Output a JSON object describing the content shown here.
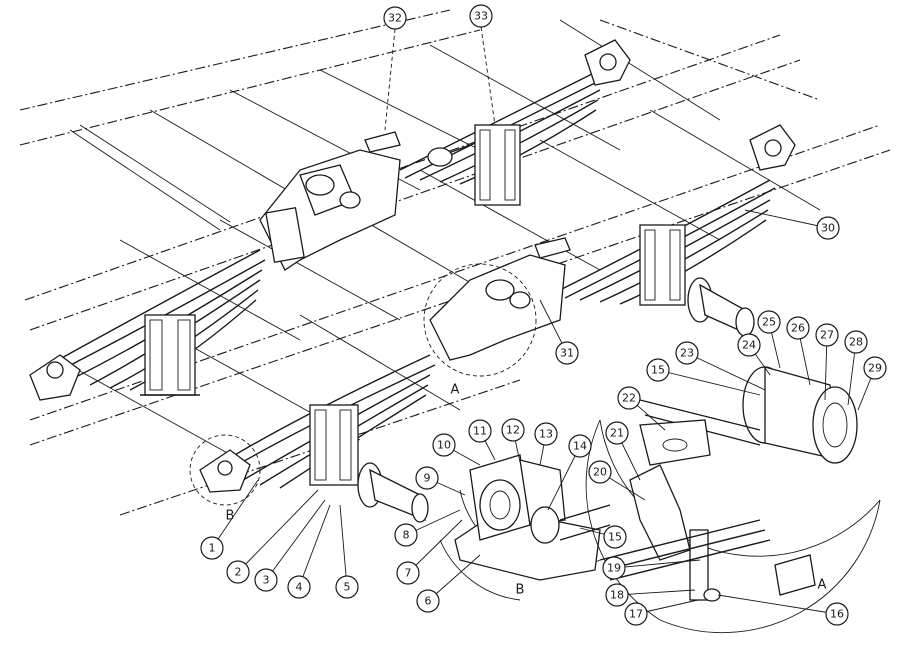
{
  "callouts": [
    {
      "n": "1"
    },
    {
      "n": "2"
    },
    {
      "n": "3"
    },
    {
      "n": "4"
    },
    {
      "n": "5"
    },
    {
      "n": "6"
    },
    {
      "n": "7"
    },
    {
      "n": "8"
    },
    {
      "n": "9"
    },
    {
      "n": "10"
    },
    {
      "n": "11"
    },
    {
      "n": "12"
    },
    {
      "n": "13"
    },
    {
      "n": "14"
    },
    {
      "n": "15"
    },
    {
      "n": "15"
    },
    {
      "n": "16"
    },
    {
      "n": "17"
    },
    {
      "n": "18"
    },
    {
      "n": "19"
    },
    {
      "n": "20"
    },
    {
      "n": "21"
    },
    {
      "n": "22"
    },
    {
      "n": "23"
    },
    {
      "n": "24"
    },
    {
      "n": "25"
    },
    {
      "n": "26"
    },
    {
      "n": "27"
    },
    {
      "n": "28"
    },
    {
      "n": "29"
    },
    {
      "n": "30"
    },
    {
      "n": "31"
    },
    {
      "n": "32"
    },
    {
      "n": "33"
    }
  ],
  "view_labels": {
    "detail_a_main": "A",
    "detail_a_view": "A",
    "detail_b_main": "B",
    "detail_b_view": "B"
  }
}
